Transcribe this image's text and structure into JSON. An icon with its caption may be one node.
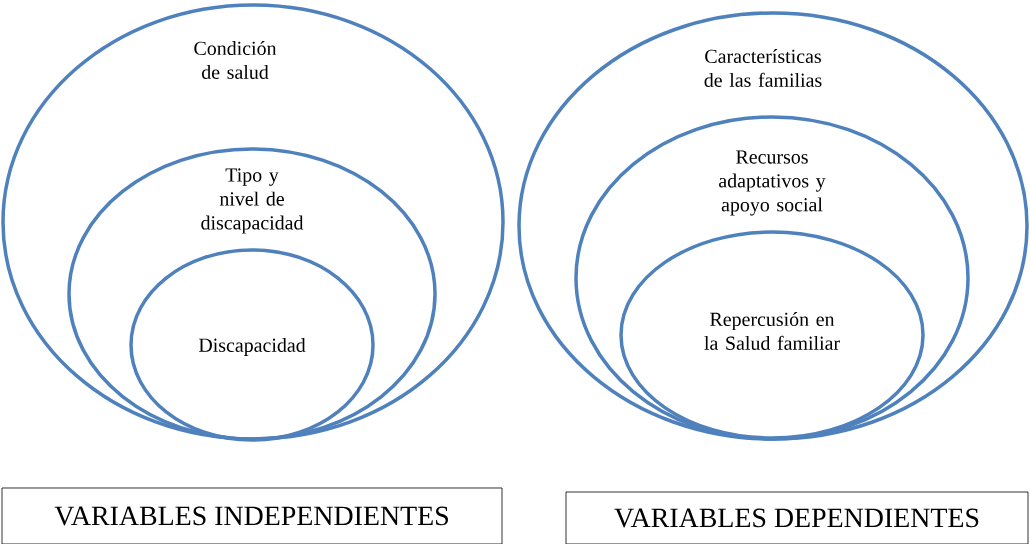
{
  "diagram": {
    "nodes": [
      {
        "text": [
          "Condición de salud"
        ]
      },
      {
        "text": [
          "Tipo y nivel de discapacidad"
        ],
        "in": 0
      },
      {
        "text": [
          "Discapacidad"
        ],
        "in": 1
      },
      {
        "text": [
          "Características de las familias"
        ]
      },
      {
        "text": [
          "Recursos adaptativos y apoyo social"
        ],
        "in": 3
      },
      {
        "text": [
          "Repercusión en la Salud familiar"
        ],
        "in": 4
      },
      {
        "text": [
          "VARIABLES INDEPENDIENTES"
        ]
      },
      {
        "text": [
          "VARIABLES DEPENDIENTES"
        ]
      }
    ]
  }
}
